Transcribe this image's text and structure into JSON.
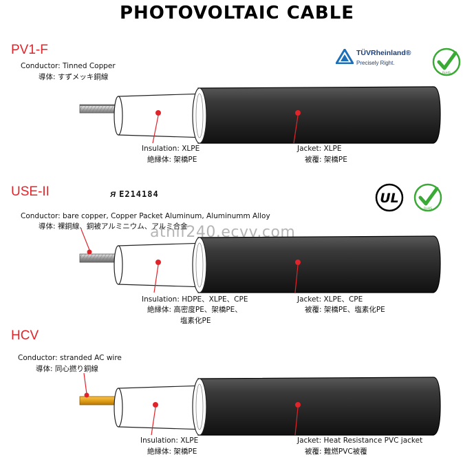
{
  "title": "PHOTOVOLTAIC CABLE",
  "watermark": "atnif240.ecvv.com",
  "cert": {
    "tuv_name": "TÜVRheinland®",
    "tuv_tagline": "Precisely Right.",
    "rohs_text": "RoHS",
    "ul_code": "E214184",
    "ul_mark_text": "UL"
  },
  "colors": {
    "accent": "#e0242a",
    "jacket": "#2a2a2a",
    "check": "#3aa936"
  },
  "sections": [
    {
      "name": "PV1-F",
      "conductor_en": "Conductor:  Tinned Copper",
      "conductor_jp": "導体:  すずメッキ銅線",
      "insulation_en": "Insulation:  XLPE",
      "insulation_jp": "絶縁体:  架橋PE",
      "jacket_en": "Jacket:  XLPE",
      "jacket_jp": "被覆:  架橋PE"
    },
    {
      "name": "USE-II",
      "conductor_en": "Conductor:  bare copper, Copper Packet Aluminum, Aluminumm Alloy",
      "conductor_jp": "導体:  裸銅線、銅被アルミニウム、アルミ合金",
      "insulation_en": "Insulation:  HDPE、XLPE、CPE",
      "insulation_jp": "絶縁体:  高密度PE、架橋PE、",
      "insulation_jp2": "塩素化PE",
      "jacket_en": "Jacket:  XLPE、CPE",
      "jacket_jp": "被覆:  架橋PE、塩素化PE"
    },
    {
      "name": "HCV",
      "conductor_en": "Conductor:  stranded AC wire",
      "conductor_jp": "導体:  同心撚り銅線",
      "insulation_en": "Insulation:  XLPE",
      "insulation_jp": "絶縁体:  架橋PE",
      "jacket_en": "Jacket:  Heat Resistance PVC jacket",
      "jacket_jp": "被覆:  難燃PVC被覆"
    }
  ]
}
